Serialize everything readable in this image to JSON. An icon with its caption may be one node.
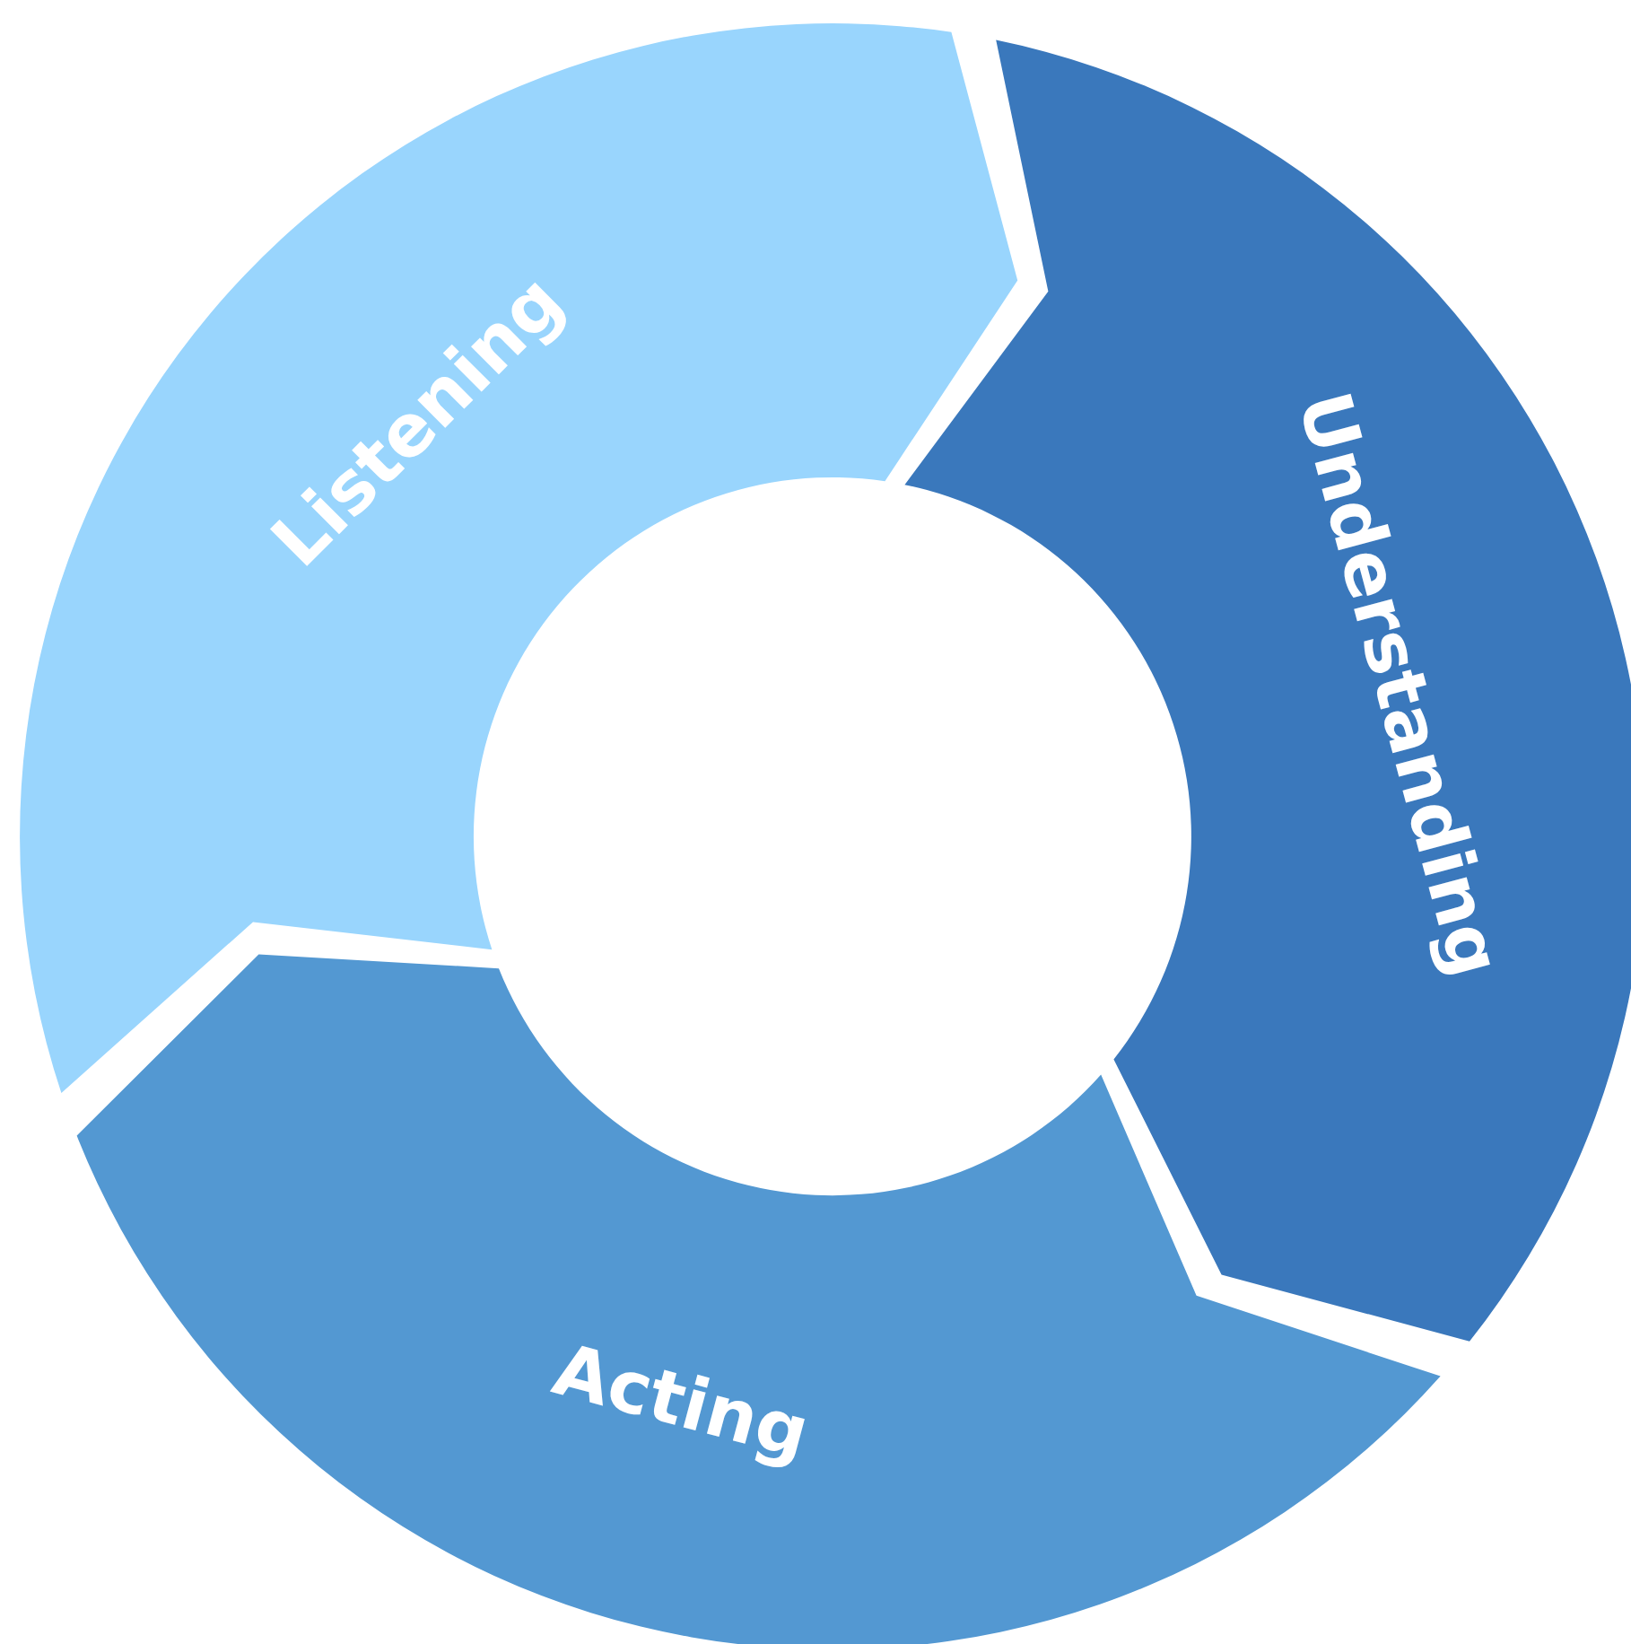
{
  "diagram": {
    "nodes": [
      {
        "text": [
          "Listening"
        ]
      },
      {
        "text": [
          "Understanding"
        ]
      },
      {
        "text": [
          "Acting"
        ]
      }
    ]
  }
}
